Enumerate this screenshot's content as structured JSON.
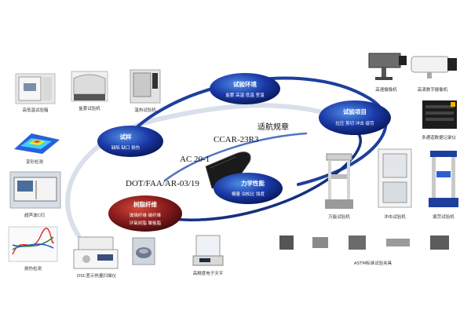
{
  "center": {
    "label": "适航规章",
    "standards": [
      "CCAR-23R3",
      "AC 20-1",
      "DOT/FAA/AR-03/19"
    ]
  },
  "bubbles": {
    "environment": {
      "title": "试验环境",
      "sub": "盐雾 高温 低温 室温"
    },
    "sample": {
      "title": "试样",
      "sub": "缺陷 缺口 损伤"
    },
    "project": {
      "title": "试验项目",
      "sub": "拉压 剪切 冲击 疲劳"
    },
    "mechanics": {
      "title": "力学性能",
      "sub": "模量 泊松比 强度"
    },
    "resin": {
      "title": "树脂纤维",
      "sub1": "玻璃纤维 碳纤维",
      "sub2": "环氧树脂 聚氨脂"
    }
  },
  "left_captions": {
    "chamber": "高低温试验箱",
    "salt": "盐雾试验机",
    "temp": "温热试验机",
    "deform": "变形检测",
    "ultrasonic": "超声波C扫",
    "damage": "损伤检测"
  },
  "bottom_captions": {
    "dsc": "DSC差示热量扫描仪",
    "balance": "高精度电子天平"
  },
  "right_captions": {
    "camera1": "高速摄像机",
    "camera2": "高清数字摄像机",
    "logger": "多通道数据记录仪",
    "universal": "万能试验机",
    "impact": "冲击试验机",
    "fatigue": "疲劳试验机",
    "fixtures": "ASTM标准试验夹具"
  },
  "colors": {
    "bubble_dark": "#0a1a6e",
    "bubble_light": "#2a6fd6",
    "resin_dark": "#5a0d12",
    "resin_light": "#c0362c",
    "loop": "#1d3f9e"
  }
}
